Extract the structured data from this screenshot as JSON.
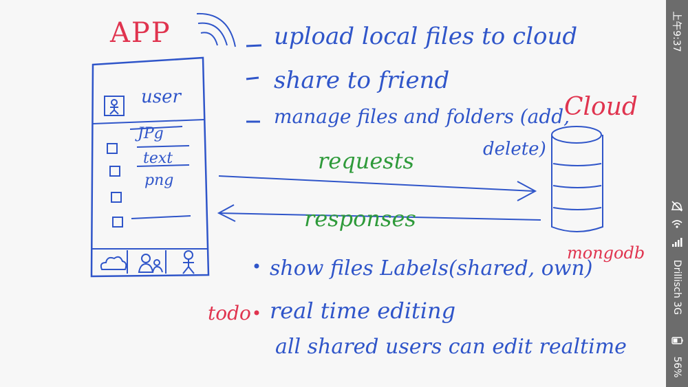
{
  "app": {
    "title": "APP",
    "user_label": "user",
    "file_items": [
      "JPg",
      "text",
      "png",
      ""
    ]
  },
  "features": [
    "upload local files to cloud",
    "share to friend",
    "manage files and folders (add,",
    "delete)"
  ],
  "arrows": {
    "requests_label": "requests",
    "responses_label": "responses"
  },
  "cloud": {
    "title": "Cloud",
    "db_label": "mongodb"
  },
  "notes": {
    "show_labels": "show files Labels(shared, own)",
    "todo_tag": "todo",
    "realtime_editing": "real time  editing",
    "realtime_detail": "all shared users can edit  realtime"
  },
  "status_bar": {
    "time": "上午9:37",
    "carrier": "Drillisch 3G",
    "battery": "56%"
  },
  "icons": [
    "user-icon",
    "cloud-icon",
    "friends-icon",
    "person-icon",
    "checkbox-icon",
    "mute-icon",
    "wifi-icon",
    "signal-icon",
    "battery-icon"
  ],
  "colors": {
    "ink_blue": "#2f55c9",
    "ink_red": "#e0344f",
    "ink_green": "#2e9a3a",
    "status_bar_bg": "#6c6c6c"
  }
}
